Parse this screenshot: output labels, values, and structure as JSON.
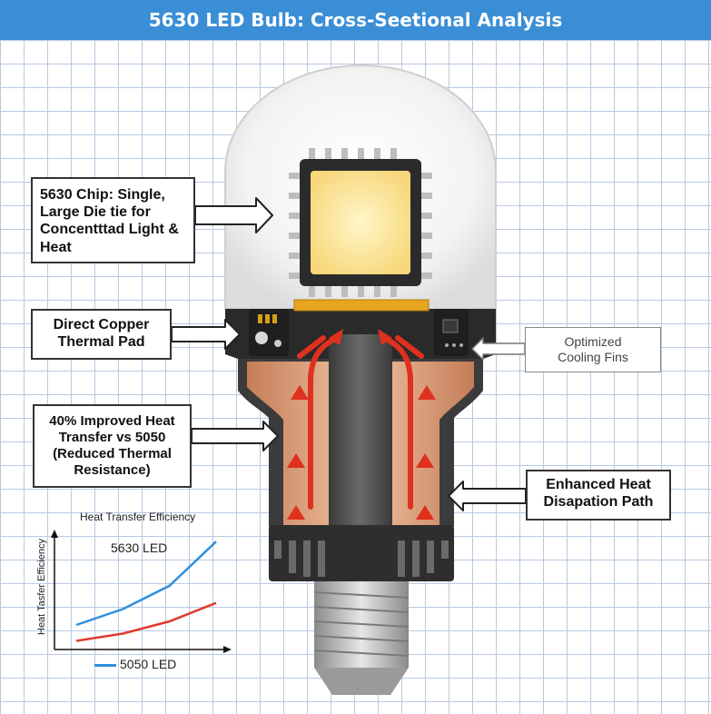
{
  "title": "5630 LED Bulb: Cross-Seetional Analysis",
  "callouts": {
    "chip": [
      "5630 Chip: Single,",
      "Large Die tie for",
      "Concentttad Light &",
      "Heat"
    ],
    "copper": [
      "Direct Copper",
      "Thermal Pad"
    ],
    "fins": [
      "Optimized",
      "Cooling Fins"
    ],
    "heat": [
      "40% Improved Heat",
      "Transfer vs 5050",
      "(Reduced Thermal",
      "Resistance)"
    ],
    "path": [
      "Enhanced Heat",
      "Disapation Path"
    ]
  },
  "colors": {
    "title_bar": "#3a8ed6",
    "copper": "#d79a76",
    "heat_arrow": "#e0301e",
    "chip": "#fce99a",
    "series_5630": "#2f8fdc",
    "series_5050": "#e03a2f"
  },
  "chart_data": {
    "type": "line",
    "title": "Heat Transfer Efficiency",
    "ylabel": "Heat Tasfer Efficiency",
    "xlabel": "",
    "x": [
      0,
      1,
      2,
      3
    ],
    "series": [
      {
        "name": "5630 LED",
        "color": "#2f8fdc",
        "values": [
          0.2,
          0.33,
          0.52,
          0.88
        ]
      },
      {
        "name": "5050 LED",
        "color": "#e03a2f",
        "values": [
          0.07,
          0.13,
          0.23,
          0.38
        ]
      }
    ],
    "ylim": [
      0,
      1
    ],
    "grid": false
  }
}
